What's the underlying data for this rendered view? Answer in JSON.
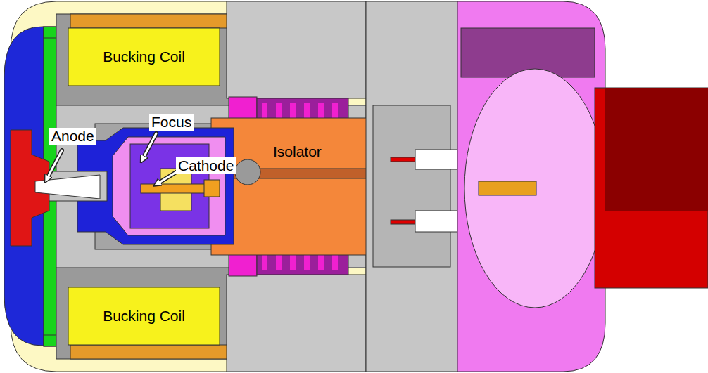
{
  "diagram": {
    "nodes": [
      {
        "text": [
          "Bucking Coil"
        ]
      },
      {
        "text": [
          "Bucking Coil"
        ]
      },
      {
        "text": [
          "Isolator"
        ]
      }
    ],
    "labels": [
      "Anode",
      "Focus",
      "Cathode"
    ]
  }
}
